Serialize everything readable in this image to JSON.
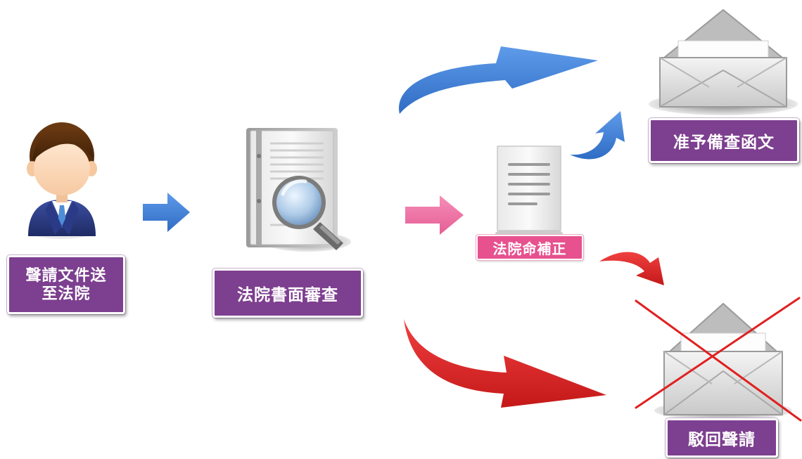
{
  "labels": {
    "applicant": "聲請文件送\n至法院",
    "review": "法院書面審查",
    "correction": "法院命補正",
    "approve": "准予備查函文",
    "reject": "駁回聲請"
  },
  "colors": {
    "label_purple": "#7d3f8f",
    "label_pink": "#e6518e",
    "arrow_blue": "#4a86d8",
    "arrow_pink": "#f075a6",
    "arrow_red": "#e02a2a",
    "cross_red": "#e02020"
  },
  "icons": {
    "applicant": "person-icon",
    "review": "document-magnifier-icon",
    "correction": "document-icon",
    "approve": "envelope-icon",
    "reject": "envelope-crossed-icon"
  }
}
